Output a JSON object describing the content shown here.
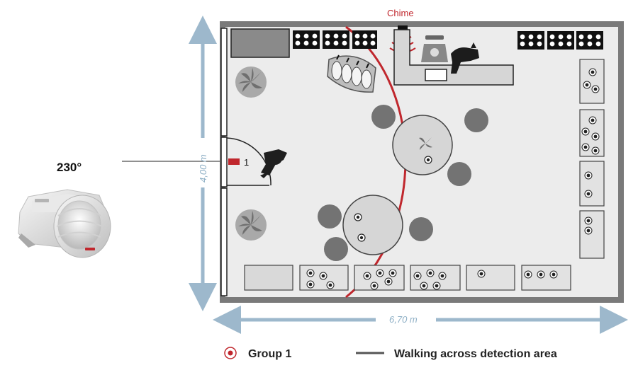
{
  "labels": {
    "angle": "230°",
    "chime": "Chime",
    "sensor_number": "1",
    "height_dim": "4,00 m",
    "width_dim": "6,70 m"
  },
  "legend": {
    "group_label": "Group 1",
    "walking_label": "Walking across detection area"
  },
  "colors": {
    "accent_red": "#c0272d",
    "dimension_blue": "#9db8cc",
    "wall_gray": "#7a7a7a",
    "floor": "#ececec",
    "furniture": "#dadada",
    "dark_gray": "#6e6e6e"
  },
  "icons": [
    "motion-sensor-icon",
    "chime-speaker-icon",
    "plant-icon",
    "scale-icon",
    "person-icon",
    "cat-icon"
  ]
}
